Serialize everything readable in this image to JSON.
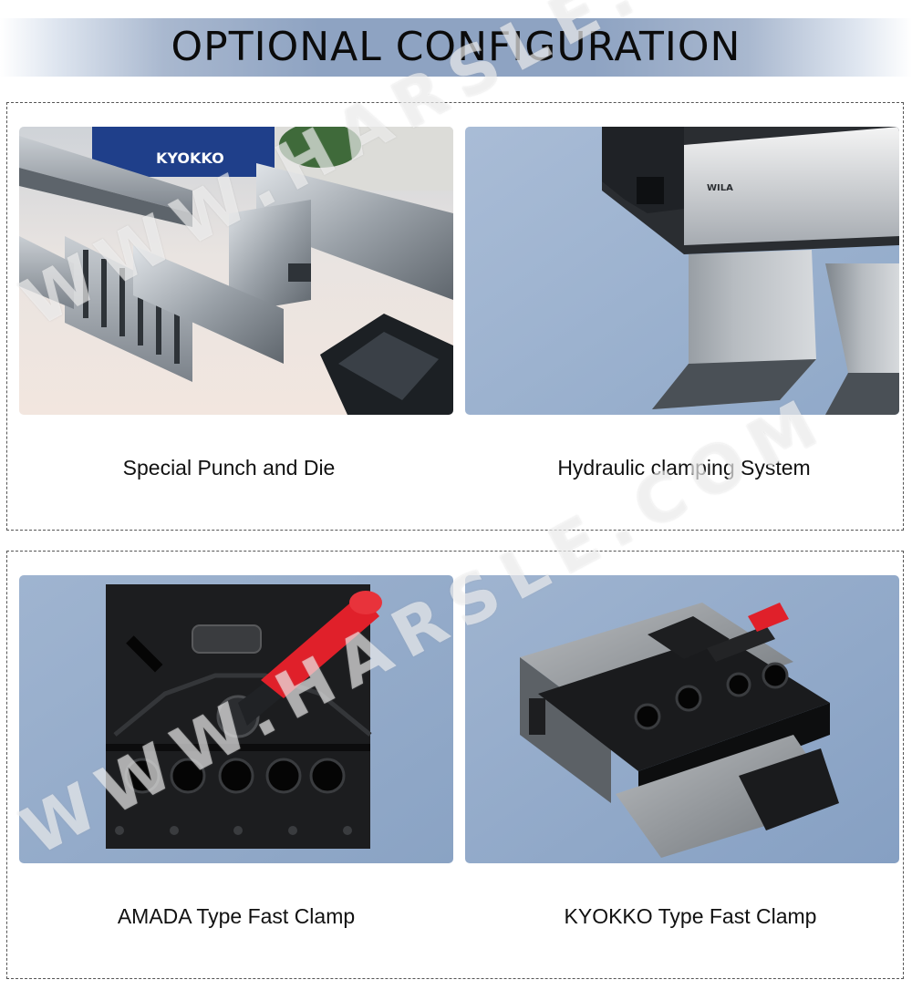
{
  "banner": {
    "title": "OPTIONAL CONFIGURATION"
  },
  "items": [
    {
      "caption": "Special Punch and Die",
      "image_brand_text": "KYOKKO"
    },
    {
      "caption": "Hydraulic clamping System",
      "image_brand_text": "WILA"
    },
    {
      "caption": "AMADA Type Fast Clamp"
    },
    {
      "caption": "KYOKKO Type Fast Clamp"
    }
  ],
  "watermark": {
    "text": "WWW.HARSLE.COM"
  },
  "colors": {
    "card_blue": "#8fa8c8",
    "clamp_handle": "#e0202a",
    "banner_blue": "#8ea3c2"
  }
}
